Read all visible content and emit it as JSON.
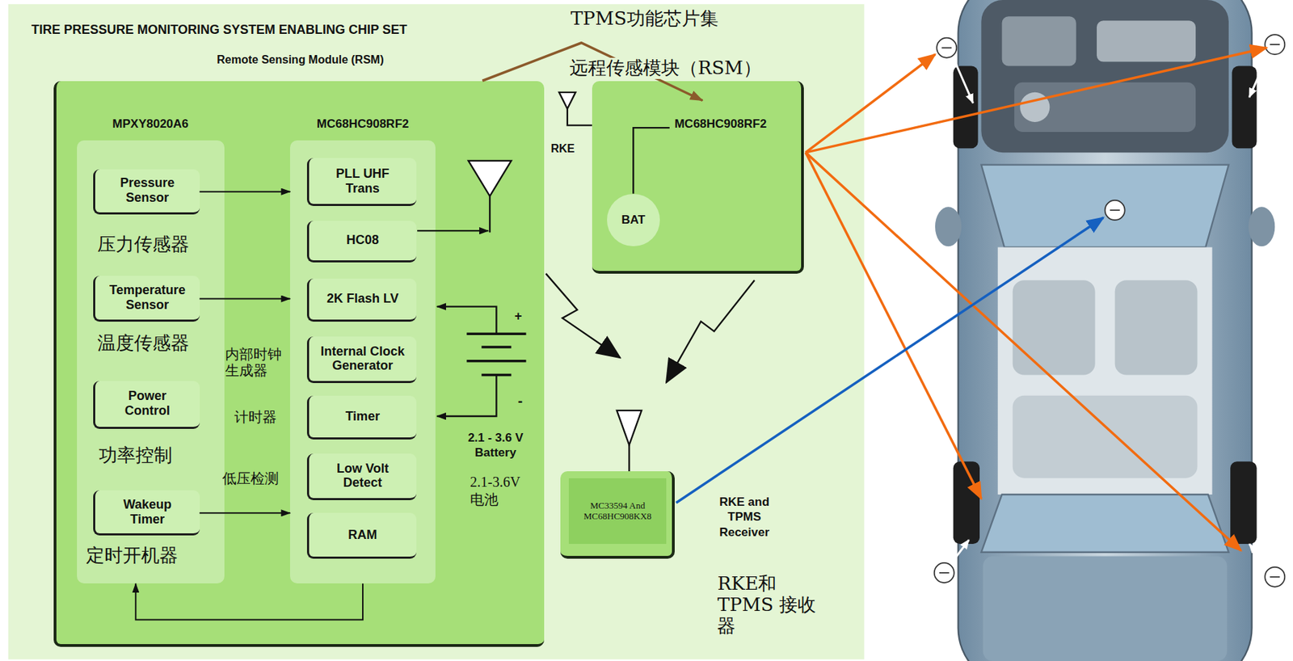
{
  "diagram": {
    "title": "TIRE PRESSURE MONITORING SYSTEM ENABLING CHIP SET",
    "nodes": [
      {
        "text": [
          "Remote Sensing Module (RSM)"
        ]
      },
      {
        "text": [
          "MPXY8020A6"
        ],
        "in": 0
      },
      {
        "text": [
          "Pressure Sensor"
        ],
        "in": 1
      },
      {
        "text": [
          "Temperature Sensor"
        ],
        "in": 1
      },
      {
        "text": [
          "Power Control"
        ],
        "in": 1
      },
      {
        "text": [
          "Wakeup Timer"
        ],
        "in": 1
      },
      {
        "text": [
          "MC68HC908RF2"
        ],
        "in": 0
      },
      {
        "text": [
          "PLL UHF Trans"
        ],
        "in": 6
      },
      {
        "text": [
          "HC08"
        ],
        "in": 6
      },
      {
        "text": [
          "2K Flash LV"
        ],
        "in": 6
      },
      {
        "text": [
          "Internal Clock Generator"
        ],
        "in": 6
      },
      {
        "text": [
          "Timer"
        ],
        "in": 6
      },
      {
        "text": [
          "Low Volt Detect"
        ],
        "in": 6
      },
      {
        "text": [
          "RAM"
        ],
        "in": 6
      },
      {
        "text": [
          "MC68HC908RF2"
        ]
      },
      {
        "text": [
          "BAT"
        ],
        "in": 14
      },
      {
        "text": [
          "MC33594 And MC68HC908KX8",
          "RKE and TPMS Receiver"
        ]
      }
    ],
    "edges": [
      {
        "from": 2,
        "to": 6,
        "arrow": "to"
      },
      {
        "from": 3,
        "to": 6,
        "arrow": "to"
      },
      {
        "from": 5,
        "to": 6,
        "arrow": "to"
      },
      {
        "from": 6,
        "to": 1,
        "arrow": "to"
      }
    ],
    "labels": [
      "TPMS功能芯片集",
      "远程传感模块（RSM）",
      "压力传感器",
      "温度传感器",
      "内部时钟生成器",
      "功率控制",
      "计时器",
      "低压检测",
      "定时开机器",
      "+",
      "-",
      "2.1 - 3.6 V Battery",
      "2.1-3.6V 电池",
      "RKE",
      "RKE和TPMS 接收器"
    ]
  }
}
